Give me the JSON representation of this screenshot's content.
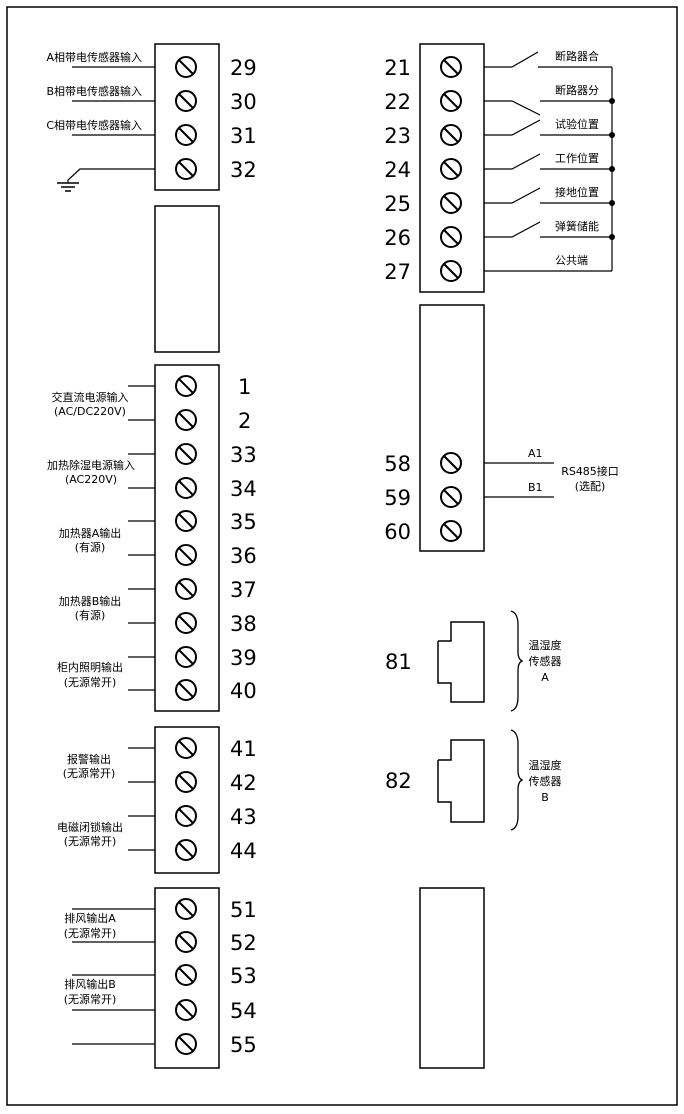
{
  "left_blocks": [
    {
      "id": "sensor",
      "terminals": [
        "29",
        "30",
        "31",
        "32"
      ],
      "labels": [
        {
          "lines": [
            "A相带电传感器输入"
          ]
        },
        {
          "lines": [
            "B相带电传感器输入"
          ]
        },
        {
          "lines": [
            "C相带电传感器输入"
          ]
        }
      ]
    },
    {
      "id": "power-heater",
      "terminals": [
        "1",
        "2",
        "33",
        "34",
        "35",
        "36",
        "37",
        "38",
        "39",
        "40"
      ],
      "labels": [
        {
          "lines": [
            "交直流电源输入",
            "(AC/DC220V)"
          ]
        },
        {
          "lines": [
            "加热除湿电源输入",
            "(AC220V)"
          ]
        },
        {
          "lines": [
            "加热器A输出",
            "(有源)"
          ]
        },
        {
          "lines": [
            "加热器B输出",
            "(有源)"
          ]
        },
        {
          "lines": [
            "柜内照明输出",
            "(无源常开)"
          ]
        }
      ]
    },
    {
      "id": "alarm-lock",
      "terminals": [
        "41",
        "42",
        "43",
        "44"
      ],
      "labels": [
        {
          "lines": [
            "报警输出",
            "(无源常开)"
          ]
        },
        {
          "lines": [
            "电磁闭锁输出",
            "(无源常开)"
          ]
        }
      ]
    },
    {
      "id": "fan",
      "terminals": [
        "51",
        "52",
        "53",
        "54",
        "55"
      ],
      "labels": [
        {
          "lines": [
            "排风输出A",
            "(无源常开)"
          ]
        },
        {
          "lines": [
            "排风输出B",
            "(无源常开)"
          ]
        }
      ]
    }
  ],
  "right_blocks": [
    {
      "id": "status",
      "terminals": [
        "21",
        "22",
        "23",
        "24",
        "25",
        "26",
        "27"
      ],
      "labels": [
        "断路器合",
        "断路器分",
        "试验位置",
        "工作位置",
        "接地位置",
        "弹簧储能",
        "公共端"
      ]
    },
    {
      "id": "rs485",
      "terminals": [
        "58",
        "59",
        "60"
      ],
      "line_labels": [
        "A1",
        "B1"
      ],
      "interface_label": [
        "RS485接口",
        "(选配)"
      ]
    }
  ],
  "sensors": [
    {
      "number": "81",
      "label": [
        "温湿度",
        "传感器",
        "A"
      ]
    },
    {
      "number": "82",
      "label": [
        "温湿度",
        "传感器",
        "B"
      ]
    }
  ]
}
